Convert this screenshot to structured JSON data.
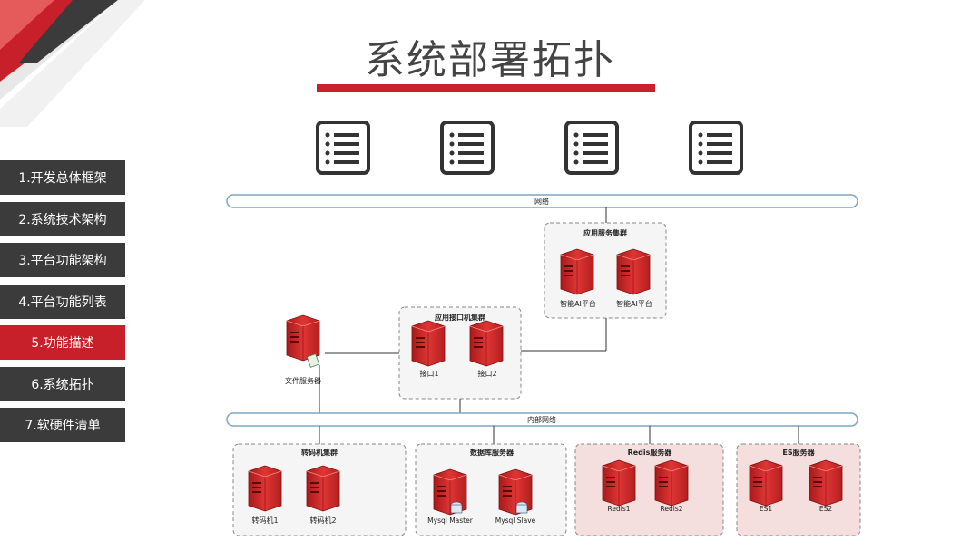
{
  "slide": {
    "title": "系统部署拓扑",
    "accent_color": "#c8202b",
    "nav_color": "#3b3b3b"
  },
  "sidebar": {
    "items": [
      {
        "label": "1.开发总体框架",
        "active": false
      },
      {
        "label": "2.系统技术架构",
        "active": false
      },
      {
        "label": "3.平台功能架构",
        "active": false
      },
      {
        "label": "4.平台功能列表",
        "active": false
      },
      {
        "label": "5.功能描述",
        "active": true
      },
      {
        "label": "6.系统拓扑",
        "active": false
      },
      {
        "label": "7.软硬件清单",
        "active": false
      }
    ]
  },
  "diagram": {
    "network_top": "网络",
    "network_internal": "内部网络",
    "app_cluster": {
      "title": "应用服务集群",
      "servers": [
        "智能AI平台",
        "智能AI平台"
      ]
    },
    "interface_cluster": {
      "title": "应用接口机集群",
      "servers": [
        "接口1",
        "接口2"
      ]
    },
    "file_server": "文件服务器",
    "transcode_cluster": {
      "title": "转码机集群",
      "servers": [
        "转码机1",
        "转码机2"
      ]
    },
    "db_cluster": {
      "title": "数据库服务器",
      "servers": [
        "Mysql Master",
        "Mysql Slave"
      ]
    },
    "redis_cluster": {
      "title": "Redis服务器",
      "servers": [
        "Redis1",
        "Redis2"
      ]
    },
    "es_cluster": {
      "title": "ES服务器",
      "servers": [
        "ES1",
        "ES2"
      ]
    },
    "client_icons": [
      "document-list-icon",
      "document-list-icon",
      "document-list-icon",
      "document-list-icon"
    ]
  }
}
